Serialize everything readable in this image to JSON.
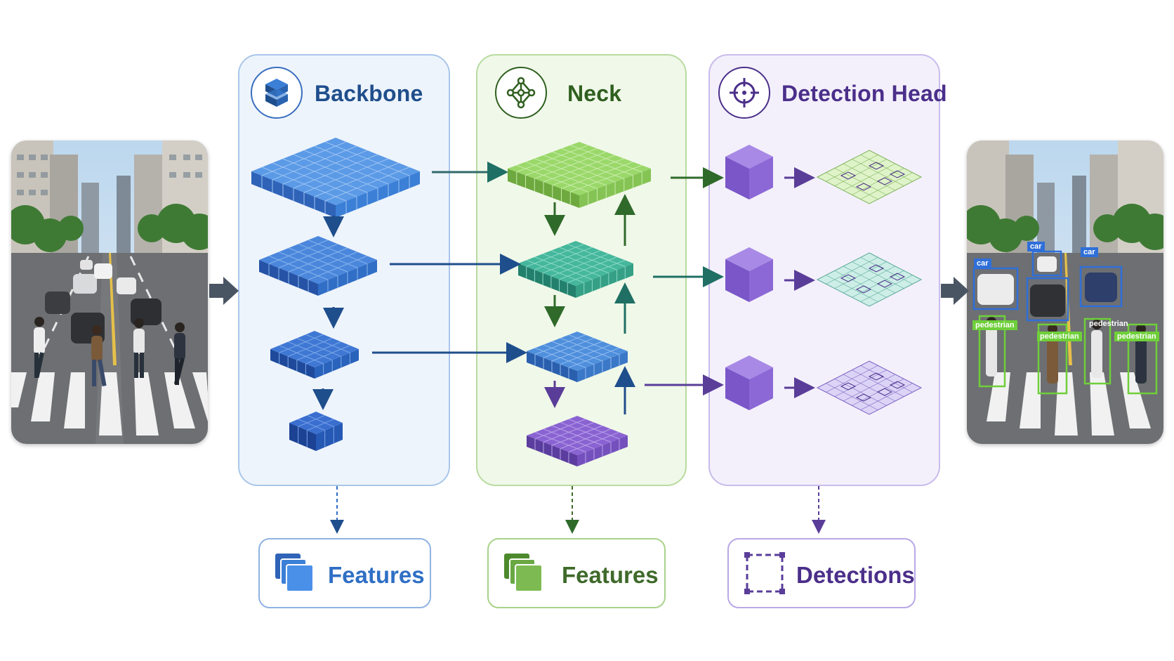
{
  "stages": {
    "backbone": {
      "title": "Backbone",
      "color": "#1f4e8c",
      "icon": "cube-stack-icon"
    },
    "neck": {
      "title": "Neck",
      "color": "#2f5f1f",
      "icon": "graph-nodes-icon"
    },
    "head": {
      "title": "Detection Head",
      "color": "#4b2f8a",
      "icon": "crosshair-icon"
    }
  },
  "outputs": {
    "backbone": {
      "label": "Features",
      "color": "#2f6fc4",
      "icon": "stacked-layers-icon"
    },
    "neck": {
      "label": "Features",
      "color": "#3f6a2a",
      "icon": "stacked-layers-icon"
    },
    "head": {
      "label": "Detections",
      "color": "#4b2f8a",
      "icon": "bounding-box-icon"
    }
  },
  "detections": {
    "labels": [
      "car",
      "car",
      "car",
      "car",
      "pedestrian",
      "pedestrian",
      "pedestrian",
      "pedestrian"
    ],
    "car_color": "#2f6fd8",
    "pedestrian_color": "#6fcf3a"
  },
  "colors": {
    "backbone_blue": "#3b7fd6",
    "neck_green": "#9bd86a",
    "neck_teal": "#3fb39a",
    "head_purple": "#8a63d2"
  }
}
